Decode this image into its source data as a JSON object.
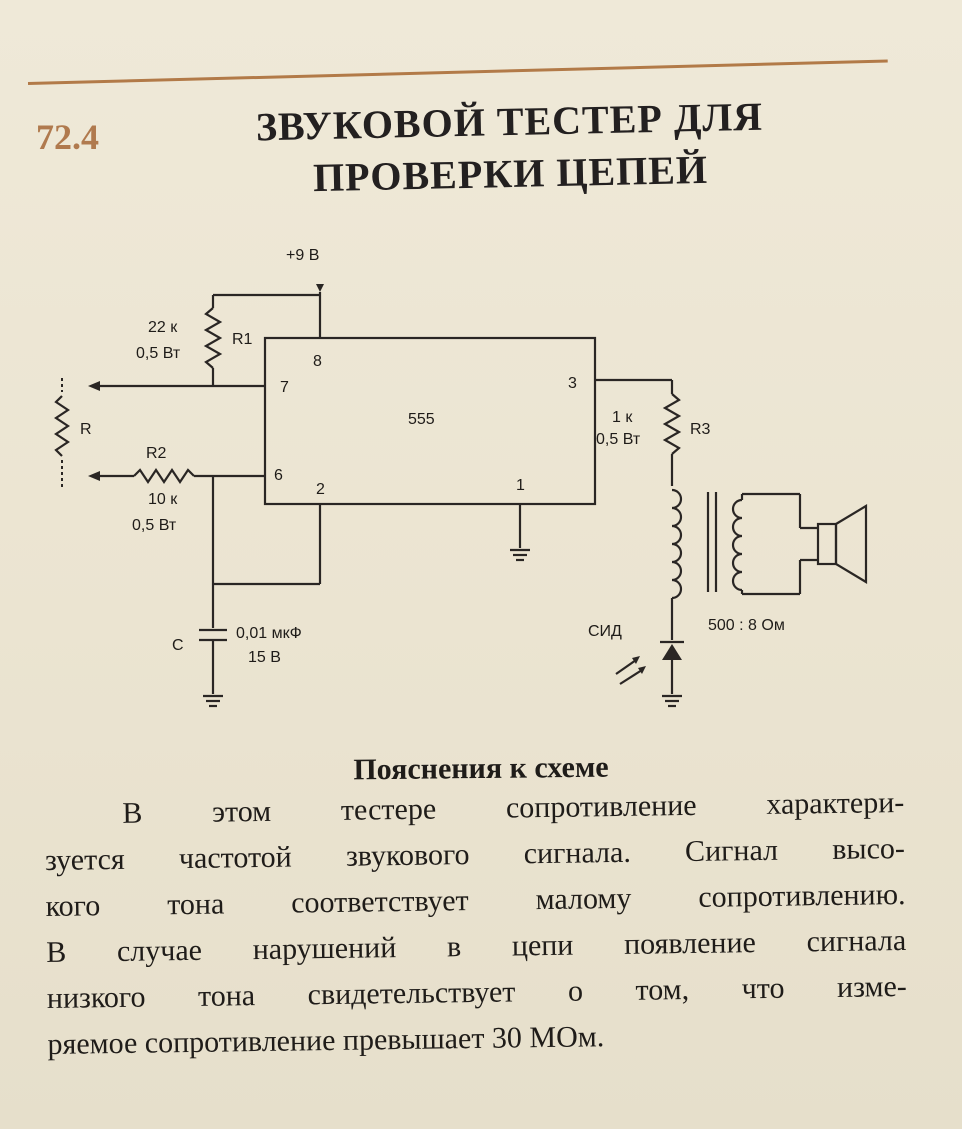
{
  "header": {
    "section_number": "72.4",
    "title_line1": "ЗВУКОВОЙ ТЕСТЕР ДЛЯ",
    "title_line2": "ПРОВЕРКИ ЦЕПЕЙ"
  },
  "schematic": {
    "supply": "+9 В",
    "chip": "555",
    "pins": {
      "p8": "8",
      "p7": "7",
      "p6": "6",
      "p2": "2",
      "p3": "3",
      "p1": "1"
    },
    "r1_value": "22 к",
    "r1_power": "0,5 Вт",
    "r1_name": "R1",
    "rx_name": "R",
    "r2_name": "R2",
    "r2_value": "10 к",
    "r2_power": "0,5 Вт",
    "r3_value": "1 к",
    "r3_power": "0,5 Вт",
    "r3_name": "R3",
    "c_name": "C",
    "c_value": "0,01 мкФ",
    "c_voltage": "15 В",
    "led_label": "СИД",
    "transformer_ratio": "500 : 8 Ом"
  },
  "caption": "Пояснения к схеме",
  "body_lines": [
    "В этом тестере сопротивление характери-",
    "зуется частотой звукового сигнала. Сигнал высо-",
    "кого тона соответствует малому сопротивлению.",
    "В случае нарушений в цепи появление сигнала",
    "низкого тона свидетельствует о том, что изме-",
    "ряемое сопротивление превышает 30 МОм."
  ]
}
